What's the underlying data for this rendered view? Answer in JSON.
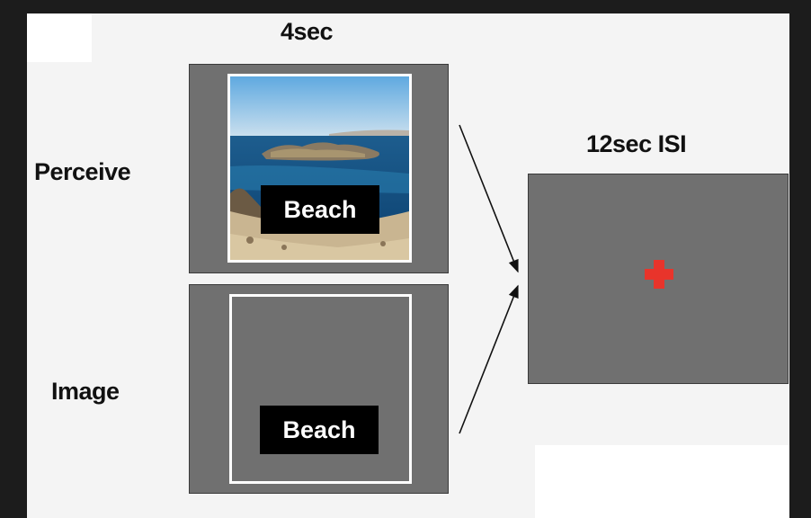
{
  "timing": {
    "stimulus_duration": "4sec",
    "isi_label": "12sec ISI"
  },
  "conditions": {
    "perceive": {
      "label": "Perceive",
      "cue_word": "Beach"
    },
    "image": {
      "label": "Image",
      "cue_word": "Beach"
    }
  },
  "colors": {
    "screen_gray": "#707070",
    "fixation_cross": "#e8342b",
    "cue_box": "#000000",
    "background": "#f4f4f4"
  },
  "icons": {
    "fixation": "red-plus-cross",
    "photo": "beach-island-photo"
  }
}
